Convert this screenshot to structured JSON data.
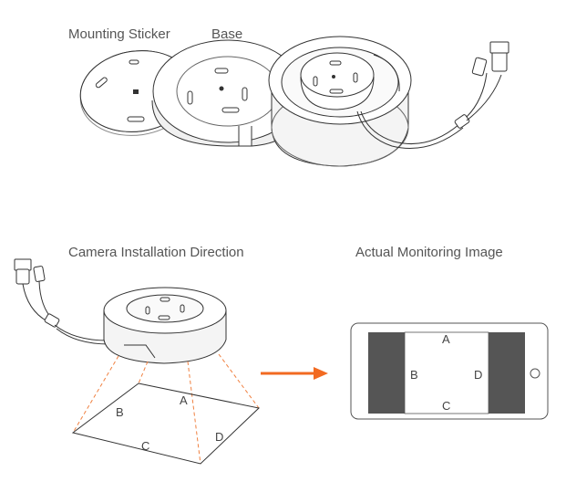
{
  "labels": {
    "mounting_sticker": "Mounting Sticker",
    "base": "Base",
    "camera_installation_direction": "Camera Installation Direction",
    "actual_monitoring_image": "Actual Monitoring Image"
  },
  "floor_letters": {
    "a": "A",
    "b": "B",
    "c": "C",
    "d": "D"
  },
  "screen_letters": {
    "a": "A",
    "b": "B",
    "c": "C",
    "d": "D"
  },
  "colors": {
    "arrow": "#f26a21",
    "dashed": "#f08040",
    "line": "#333333",
    "screen_bars": "#555555"
  }
}
